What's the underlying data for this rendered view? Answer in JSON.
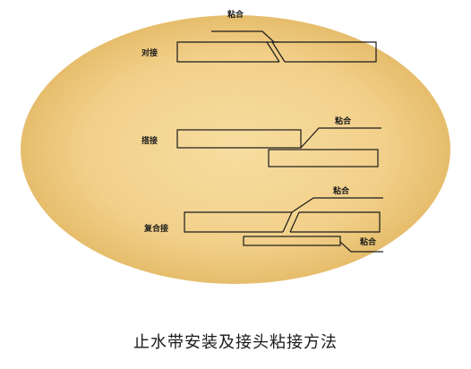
{
  "colors": {
    "ellipse_center": "#f7dda0",
    "ellipse_edge": "#e8c070",
    "line": "#1a1a1a"
  },
  "joints": {
    "butt": {
      "label": "对接",
      "callout": "粘合"
    },
    "lap": {
      "label": "搭接",
      "callout": "粘合"
    },
    "composite": {
      "label": "复合接",
      "callout_top": "粘合",
      "callout_bottom": "粘合"
    }
  },
  "caption": "止水带安装及接头粘接方法"
}
